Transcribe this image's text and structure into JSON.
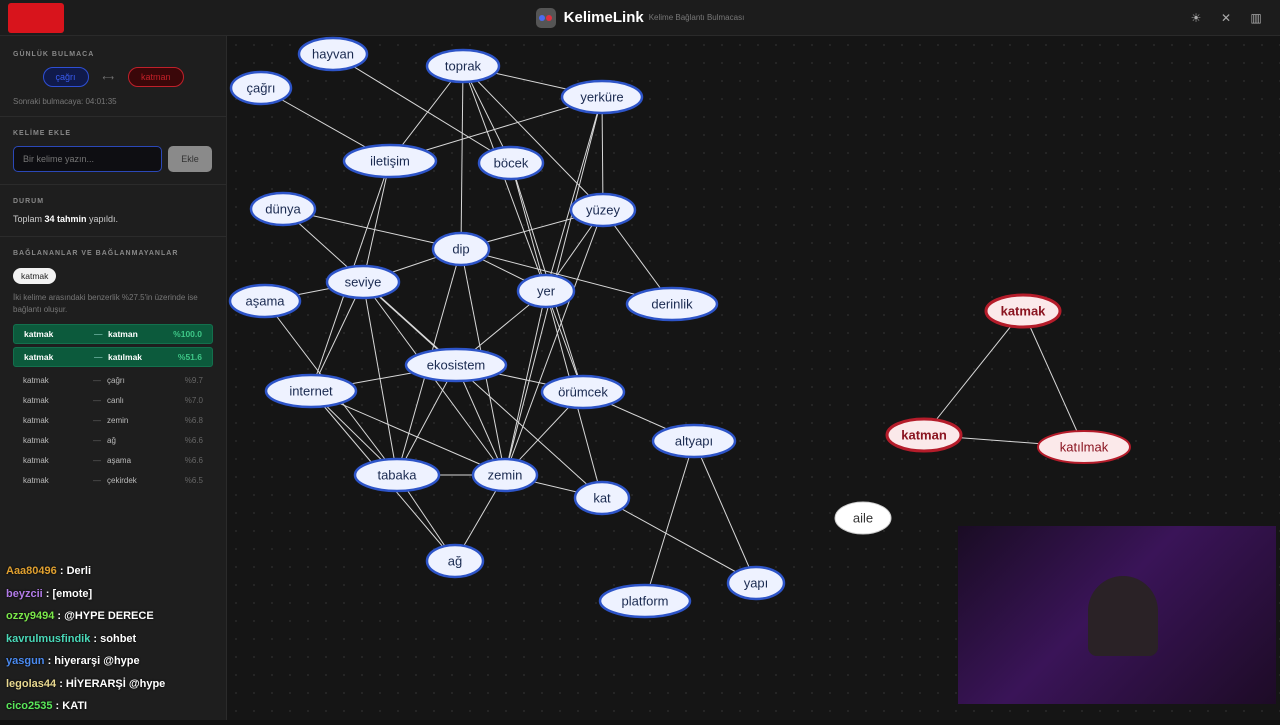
{
  "header": {
    "title": "KelimeLink",
    "subtitle": "Kelime Bağlantı Bulmacası",
    "icons": [
      "sun-icon",
      "shuffle-icon",
      "chart-icon"
    ]
  },
  "sidebar": {
    "puzzle": {
      "label": "GÜNLÜK BULMACA",
      "start": "çağrı",
      "arrow": "⟷",
      "end": "katman",
      "next": "Sonraki bulmacaya: 04:01:35"
    },
    "add": {
      "label": "KELİME EKLE",
      "placeholder": "Bir kelime yazın...",
      "button": "Ekle"
    },
    "status": {
      "label": "DURUM",
      "pre": "Toplam ",
      "count": "34 tahmin",
      "post": " yapıldı."
    },
    "links": {
      "label": "BAĞLANANLAR VE BAĞLANMAYANLAR",
      "chip": "katmak",
      "note": "İki kelime arasındaki benzerlik %27.5'in üzerinde ise bağlantı oluşur.",
      "connected": [
        {
          "a": "katmak",
          "b": "katman",
          "p": "%100.0"
        },
        {
          "a": "katmak",
          "b": "katılmak",
          "p": "%51.6"
        }
      ],
      "others": [
        {
          "a": "katmak",
          "b": "çağrı",
          "p": "%9.7"
        },
        {
          "a": "katmak",
          "b": "canlı",
          "p": "%7.0"
        },
        {
          "a": "katmak",
          "b": "zemin",
          "p": "%6.8"
        },
        {
          "a": "katmak",
          "b": "ağ",
          "p": "%6.6"
        },
        {
          "a": "katmak",
          "b": "aşama",
          "p": "%6.6"
        },
        {
          "a": "katmak",
          "b": "çekirdek",
          "p": "%6.5"
        }
      ]
    }
  },
  "chat": [
    {
      "user": "Aaa80496",
      "color": "#e0a030",
      "msg": "Derli"
    },
    {
      "user": "beyzcii",
      "color": "#b27be8",
      "msg": "[emote]"
    },
    {
      "user": "ozzy9494",
      "color": "#7be84a",
      "msg": "@HYPE DERECE"
    },
    {
      "user": "kavrulmusfindik",
      "color": "#4ad8b8",
      "msg": "sohbet"
    },
    {
      "user": "yasgun",
      "color": "#4a8af0",
      "msg": "hiyerarşi @hype"
    },
    {
      "user": "legolas44",
      "color": "#e8d890",
      "msg": "HİYERARŞİ @hype"
    },
    {
      "user": "cico2535",
      "color": "#5ae85a",
      "msg": "KATI"
    }
  ],
  "graph": {
    "colors": {
      "node_fill": "#eef2ff",
      "node_stroke": "#2d54c8",
      "target_fill": "#fbe9ea",
      "target_stroke": "#b51c2a",
      "edge": "#d8d8d8"
    },
    "nodes": [
      {
        "id": "hayvan",
        "type": "blue"
      },
      {
        "id": "çağrı",
        "type": "blue"
      },
      {
        "id": "toprak",
        "type": "blue"
      },
      {
        "id": "yerküre",
        "type": "blue"
      },
      {
        "id": "iletişim",
        "type": "blue"
      },
      {
        "id": "böcek",
        "type": "blue"
      },
      {
        "id": "dünya",
        "type": "blue"
      },
      {
        "id": "yüzey",
        "type": "blue"
      },
      {
        "id": "dip",
        "type": "blue"
      },
      {
        "id": "seviye",
        "type": "blue"
      },
      {
        "id": "yer",
        "type": "blue"
      },
      {
        "id": "derinlik",
        "type": "blue"
      },
      {
        "id": "aşama",
        "type": "blue"
      },
      {
        "id": "ekosistem",
        "type": "blue"
      },
      {
        "id": "internet",
        "type": "blue"
      },
      {
        "id": "örümcek",
        "type": "blue"
      },
      {
        "id": "altyapı",
        "type": "blue"
      },
      {
        "id": "tabaka",
        "type": "blue"
      },
      {
        "id": "zemin",
        "type": "blue"
      },
      {
        "id": "kat",
        "type": "blue"
      },
      {
        "id": "ağ",
        "type": "blue"
      },
      {
        "id": "platform",
        "type": "blue"
      },
      {
        "id": "yapı",
        "type": "blue"
      },
      {
        "id": "katmak",
        "type": "red"
      },
      {
        "id": "katman",
        "type": "red"
      },
      {
        "id": "katılmak",
        "type": "redlight"
      },
      {
        "id": "aile",
        "type": "white"
      }
    ],
    "edges": [
      [
        "çağrı",
        "iletişim"
      ],
      [
        "hayvan",
        "böcek"
      ],
      [
        "toprak",
        "iletişim"
      ],
      [
        "toprak",
        "böcek"
      ],
      [
        "toprak",
        "dip"
      ],
      [
        "toprak",
        "yer"
      ],
      [
        "toprak",
        "yüzey"
      ],
      [
        "toprak",
        "yerküre"
      ],
      [
        "yerküre",
        "iletişim"
      ],
      [
        "yerküre",
        "yer"
      ],
      [
        "yerküre",
        "yüzey"
      ],
      [
        "yerküre",
        "zemin"
      ],
      [
        "iletişim",
        "seviye"
      ],
      [
        "iletişim",
        "internet"
      ],
      [
        "böcek",
        "yer"
      ],
      [
        "böcek",
        "örümcek"
      ],
      [
        "dünya",
        "dip"
      ],
      [
        "dünya",
        "ekosistem"
      ],
      [
        "yüzey",
        "dip"
      ],
      [
        "yüzey",
        "yer"
      ],
      [
        "yüzey",
        "derinlik"
      ],
      [
        "yüzey",
        "zemin"
      ],
      [
        "dip",
        "seviye"
      ],
      [
        "dip",
        "yer"
      ],
      [
        "dip",
        "derinlik"
      ],
      [
        "dip",
        "tabaka"
      ],
      [
        "dip",
        "zemin"
      ],
      [
        "seviye",
        "aşama"
      ],
      [
        "seviye",
        "ekosistem"
      ],
      [
        "seviye",
        "internet"
      ],
      [
        "seviye",
        "tabaka"
      ],
      [
        "seviye",
        "zemin"
      ],
      [
        "seviye",
        "kat"
      ],
      [
        "yer",
        "zemin"
      ],
      [
        "yer",
        "kat"
      ],
      [
        "yer",
        "örümcek"
      ],
      [
        "yer",
        "ekosistem"
      ],
      [
        "aşama",
        "tabaka"
      ],
      [
        "ekosistem",
        "internet"
      ],
      [
        "ekosistem",
        "zemin"
      ],
      [
        "ekosistem",
        "örümcek"
      ],
      [
        "ekosistem",
        "tabaka"
      ],
      [
        "internet",
        "tabaka"
      ],
      [
        "internet",
        "zemin"
      ],
      [
        "internet",
        "ağ"
      ],
      [
        "örümcek",
        "altyapı"
      ],
      [
        "örümcek",
        "zemin"
      ],
      [
        "tabaka",
        "zemin"
      ],
      [
        "tabaka",
        "ağ"
      ],
      [
        "zemin",
        "kat"
      ],
      [
        "zemin",
        "ağ"
      ],
      [
        "kat",
        "yapı"
      ],
      [
        "altyapı",
        "platform"
      ],
      [
        "altyapı",
        "yapı"
      ],
      [
        "katmak",
        "katman"
      ],
      [
        "katmak",
        "katılmak"
      ],
      [
        "katman",
        "katılmak"
      ]
    ]
  }
}
